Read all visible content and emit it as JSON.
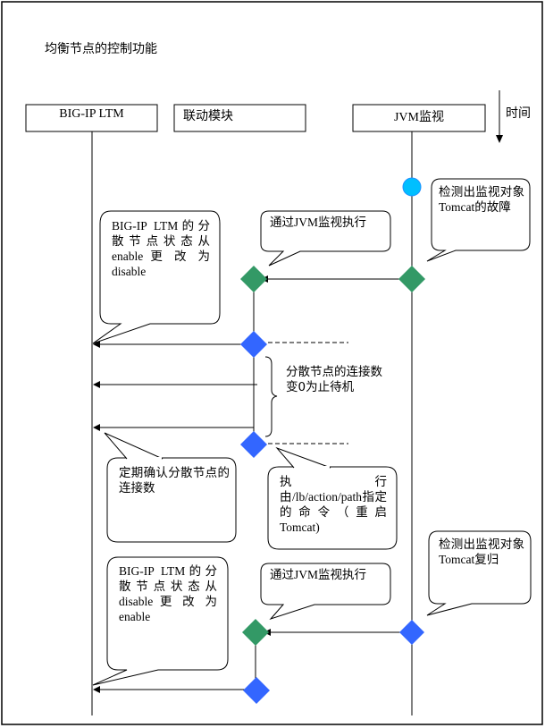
{
  "title": "均衡节点的控制功能",
  "time_label": "时间",
  "lanes": [
    {
      "id": "ltm",
      "label": "BIG-IP LTM"
    },
    {
      "id": "link",
      "label": "联动模块"
    },
    {
      "id": "jvm",
      "label": "JVM监视"
    }
  ],
  "callouts": {
    "detect_failure": "检测出监视对象Tomcat的故障",
    "via_jvm_1": "通过JVM监视执行",
    "ltm_disable": "BIG-IP LTM的分散节点状态从enable 更 改 为disable",
    "connections_zero": "分散节点的连接数变0为止待机",
    "check_connections": "定期确认分散节点的连接数",
    "exec_command": "执 行 由/lb/action/path指定的命令（重启Tomcat)",
    "detect_recovery": "检测出监视对象Tomcat复归",
    "via_jvm_2": "通过JVM监视执行",
    "ltm_enable": "BIG-IP LTM的分散节点状态从disable 更 改 为enable"
  },
  "colors": {
    "start_node": "#00BFFF",
    "green_node": "#339966",
    "blue_node": "#3366FF",
    "line": "#000000"
  }
}
